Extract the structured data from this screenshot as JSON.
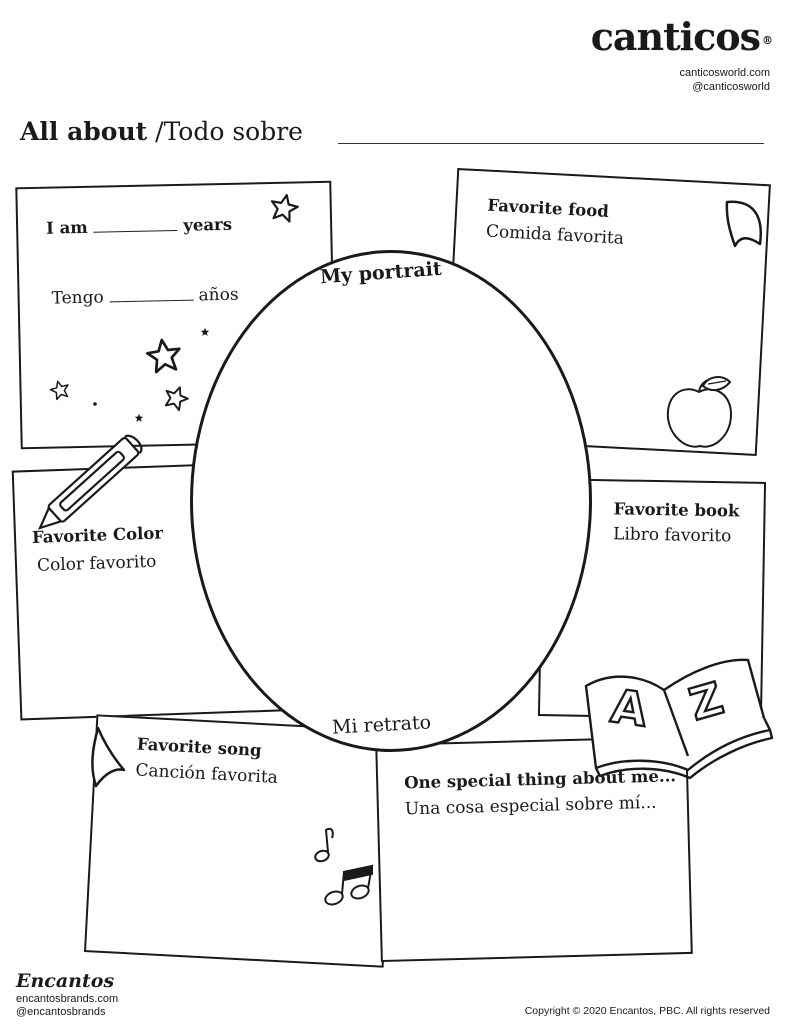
{
  "brand": {
    "logo": "canticos",
    "logo_mark": "®",
    "website": "canticosworld.com",
    "handle": "@canticosworld"
  },
  "title": {
    "english": "All about",
    "spanish": "/Todo sobre"
  },
  "age_card": {
    "i_am": "I am",
    "years": "years",
    "tengo": "Tengo",
    "anos": "años"
  },
  "food_card": {
    "label_en": "Favorite food",
    "label_es": "Comida favorita"
  },
  "color_card": {
    "label_en": "Favorite Color",
    "label_es": "Color favorito"
  },
  "book_card": {
    "label_en": "Favorite book",
    "label_es": "Libro favorito"
  },
  "song_card": {
    "label_en": "Favorite song",
    "label_es": "Canción favorita"
  },
  "special_card": {
    "label_en": "One special thing about me...",
    "label_es": "Una cosa especial sobre mí..."
  },
  "portrait": {
    "top_label": "My portrait",
    "bottom_label": "Mi retrato"
  },
  "book_letters": {
    "left": "A",
    "right": "Z"
  },
  "footer": {
    "brand": "Encantos",
    "website": "encantosbrands.com",
    "handle": "@encantosbrands",
    "copyright": "Copyright © 2020 Encantos, PBC. All rights reserved"
  }
}
